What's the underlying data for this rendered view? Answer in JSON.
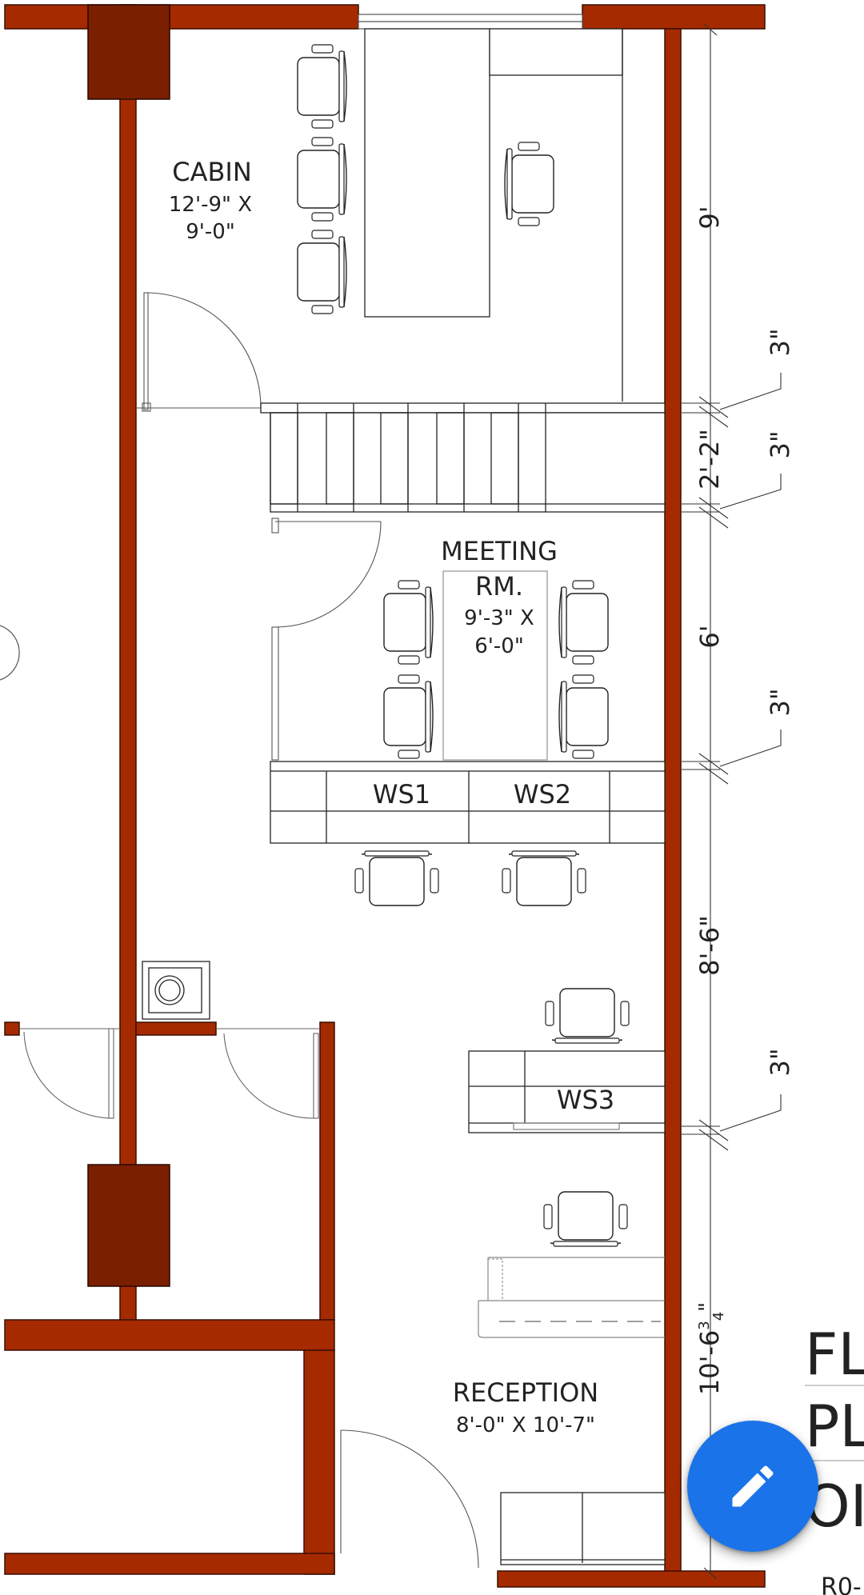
{
  "plan": {
    "rooms": [
      {
        "name": "CABIN",
        "dimensions_line1": "12'-9\" X",
        "dimensions_line2": "9'-0\""
      },
      {
        "name_line1": "MEETING",
        "name_line2": "RM.",
        "dimensions_line1": "9'-3\" X",
        "dimensions_line2": "6'-0\""
      },
      {
        "name": "RECEPTION",
        "dimensions": "8'-0\" X 10'-7\""
      }
    ],
    "workstations": [
      "WS1",
      "WS2",
      "WS3"
    ],
    "dimensions": {
      "cabin_height": "9'",
      "gap_a": "3\"",
      "stair_gap": "2'-2\"",
      "gap_b": "3\"",
      "meeting_height": "6'",
      "gap_c": "3\"",
      "ws_zone_height": "8'-6\"",
      "gap_d": "3\"",
      "reception_height": "10'-6",
      "reception_height_fraction": "3",
      "reception_height_fraction_den": "4",
      "reception_height_inch": "\""
    },
    "title_partial": [
      "FL",
      "PL",
      "OI"
    ],
    "code_partial": "R0-"
  },
  "fab": {
    "icon": "pencil-edit-icon"
  },
  "colors": {
    "wall": "#a52a00",
    "column": "#7a1f00",
    "fab": "#1a73e8"
  }
}
